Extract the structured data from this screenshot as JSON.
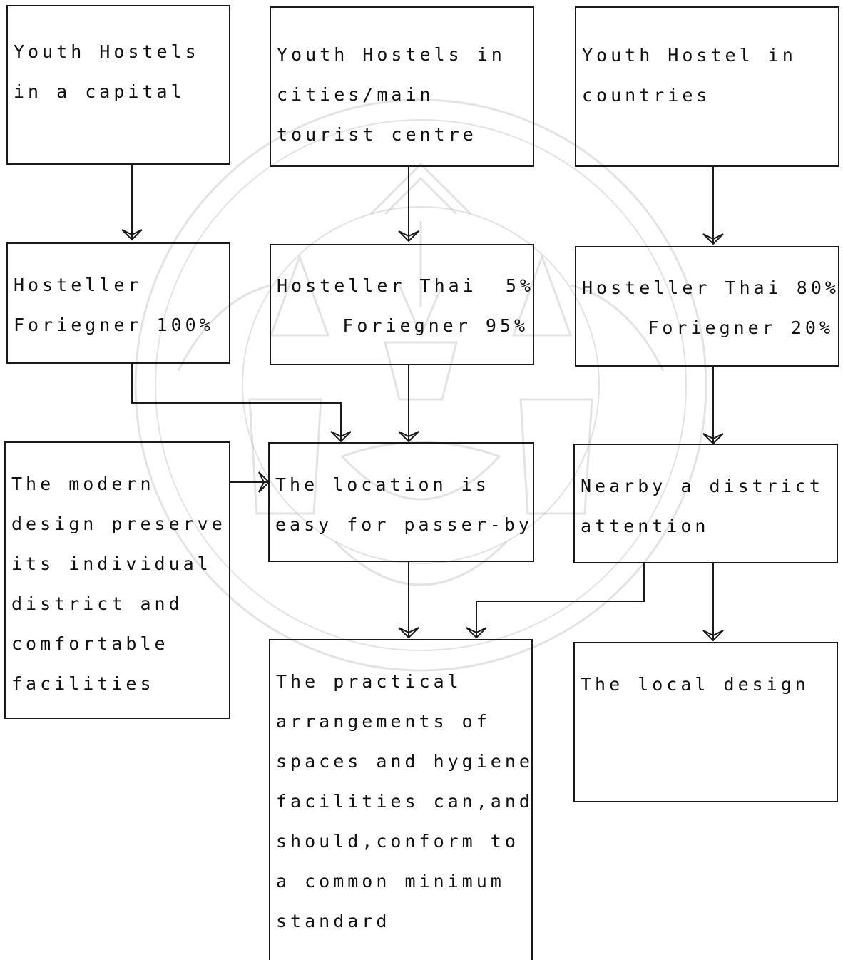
{
  "watermark": {
    "description_icon": "university-seal-watermark",
    "color": "#9a9a9a"
  },
  "boxes": {
    "capital": {
      "lines": [
        "Youth Hostels",
        "in a capital"
      ]
    },
    "cities": {
      "lines": [
        "Youth Hostels in",
        "cities/main",
        "tourist centre"
      ]
    },
    "countries": {
      "lines": [
        "Youth Hostel in",
        "countries"
      ]
    },
    "hosteller_capital": {
      "lines": [
        "Hosteller",
        "Foriegner 100%"
      ]
    },
    "hosteller_cities": {
      "lines": [
        "Hosteller Thai  5%",
        "Foriegner 95%"
      ]
    },
    "hosteller_countries": {
      "lines": [
        "Hosteller Thai 80%",
        "Foriegner 20%"
      ]
    },
    "modern_design": {
      "lines": [
        "The modern",
        "design preserve",
        "its individual",
        "district and",
        "comfortable",
        "facilities"
      ]
    },
    "location": {
      "lines": [
        "The location is",
        "easy for passer-by"
      ]
    },
    "district_attention": {
      "lines": [
        "Nearby a district",
        "attention"
      ]
    },
    "practical": {
      "lines": [
        "The practical",
        "arrangements of",
        "spaces and hygiene",
        "facilities can,and",
        "should,conform to",
        "a common minimum",
        "standard"
      ]
    },
    "local_design": {
      "lines": [
        "The local design"
      ]
    }
  },
  "colors": {
    "ink": "#1a1a1a",
    "paper": "#ffffff"
  }
}
